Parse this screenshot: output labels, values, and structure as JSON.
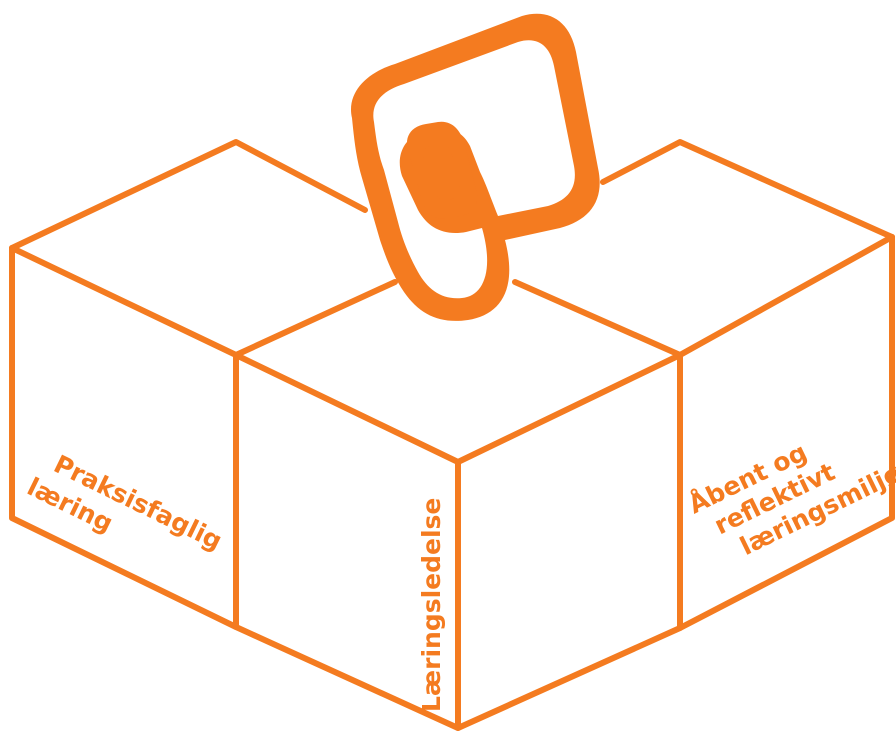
{
  "colors": {
    "accent": "#F47B20",
    "background": "#FFFFFF"
  },
  "logo": {
    "icon": "rounded-square-loop-logo-icon"
  },
  "boxes": {
    "left": {
      "label_lines": [
        "Praksisfaglig",
        "læring"
      ]
    },
    "middle": {
      "label": "Læringsledelse"
    },
    "right": {
      "label_lines": [
        "Åbent og",
        "reflektivt",
        "læringsmiljø"
      ]
    }
  }
}
